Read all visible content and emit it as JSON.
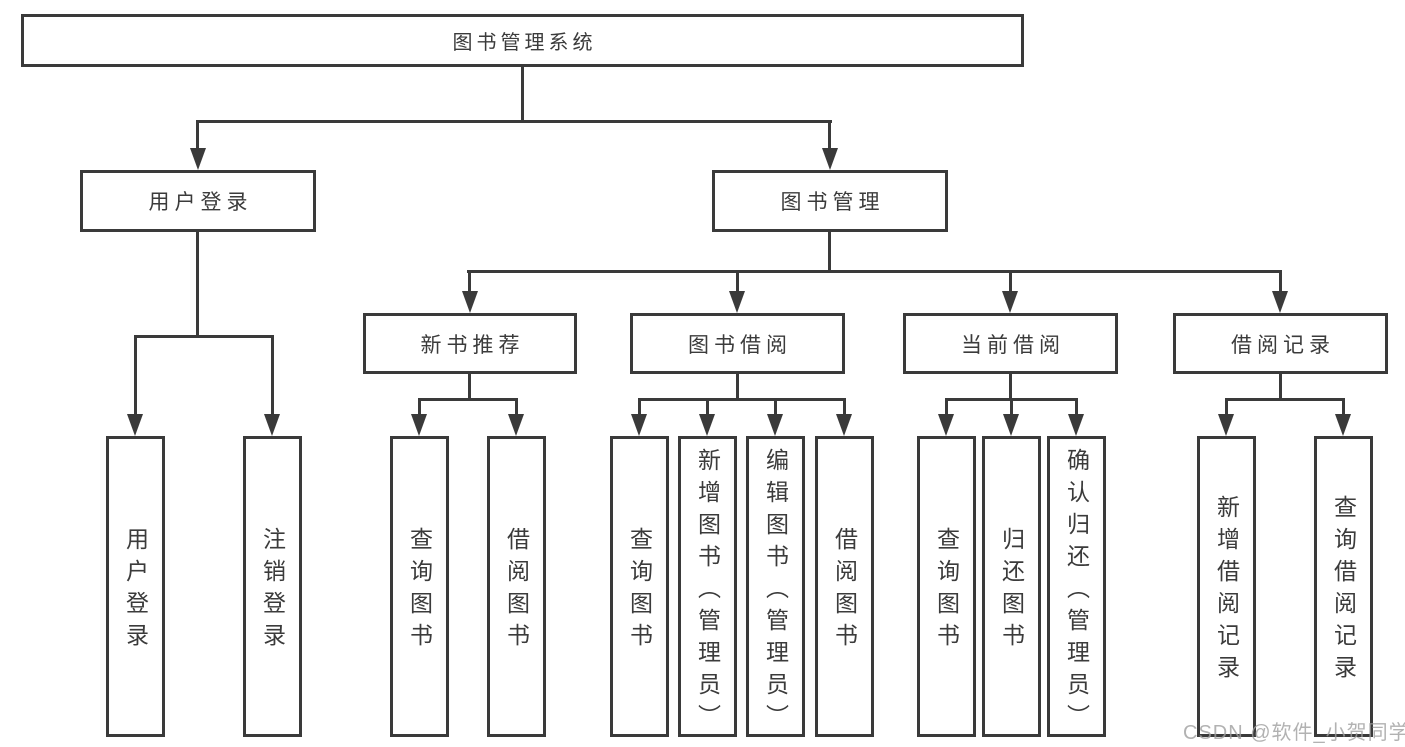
{
  "diagram": {
    "line_color": "#3a3a3a",
    "tree": {
      "label": "图书管理系统",
      "children": [
        {
          "label": "用户登录",
          "children": [
            {
              "label": "用户登录"
            },
            {
              "label": "注销登录"
            }
          ]
        },
        {
          "label": "图书管理",
          "children": [
            {
              "label": "新书推荐",
              "children": [
                {
                  "label": "查询图书"
                },
                {
                  "label": "借阅图书"
                }
              ]
            },
            {
              "label": "图书借阅",
              "children": [
                {
                  "label": "查询图书"
                },
                {
                  "label": "新增图书（管理员）"
                },
                {
                  "label": "编辑图书（管理员）"
                },
                {
                  "label": "借阅图书"
                }
              ]
            },
            {
              "label": "当前借阅",
              "children": [
                {
                  "label": "查询图书"
                },
                {
                  "label": "归还图书"
                },
                {
                  "label": "确认归还（管理员）"
                }
              ]
            },
            {
              "label": "借阅记录",
              "children": [
                {
                  "label": "新增借阅记录"
                },
                {
                  "label": "查询借阅记录"
                }
              ]
            }
          ]
        }
      ]
    },
    "watermark": "CSDN @软件_小贺同学"
  }
}
